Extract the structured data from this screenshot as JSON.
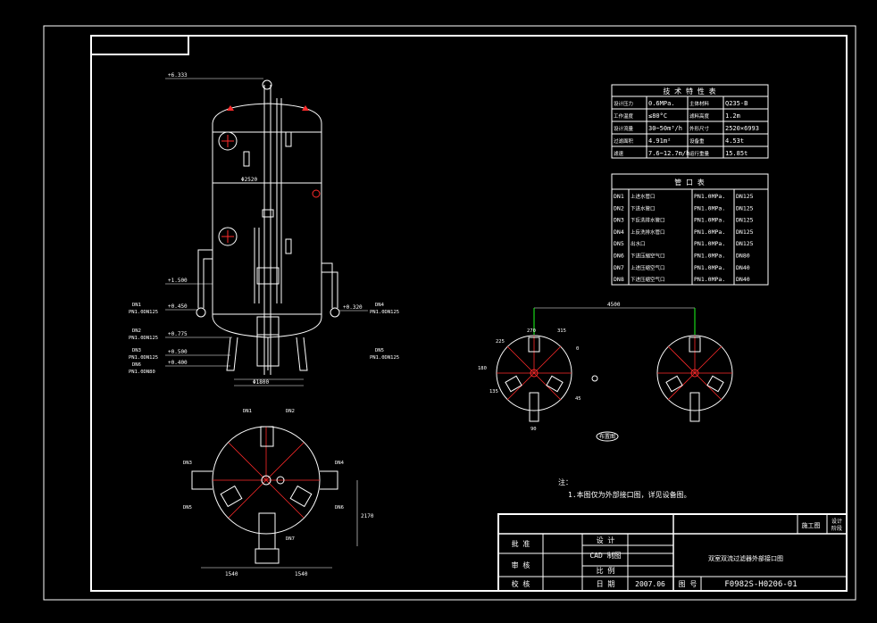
{
  "tech_table": {
    "title": "技 术 特 性 表",
    "rows": [
      [
        "设计压力",
        "0.6MPa.",
        "主体材料",
        "Q235-B"
      ],
      [
        "工作温度",
        "≤80°C",
        "滤料高度",
        "1.2m"
      ],
      [
        "设计流量",
        "30~50m³/h",
        "外形尺寸",
        "2520×6993"
      ],
      [
        "过滤面积",
        "4.91m²",
        "设备重",
        "4.53t"
      ],
      [
        "滤速",
        "7.6~12.7m/h",
        "运行重量",
        "15.85t"
      ]
    ]
  },
  "nozzle_table": {
    "title": "管 口 表",
    "rows": [
      [
        "DN1",
        "上进水管口",
        "PN1.0MPa.",
        "DN125"
      ],
      [
        "DN2",
        "下进水管口",
        "PN1.0MPa.",
        "DN125"
      ],
      [
        "DN3",
        "下反洗排水管口",
        "PN1.0MPa.",
        "DN125"
      ],
      [
        "DN4",
        "上反洗排水管口",
        "PN1.0MPa.",
        "DN125"
      ],
      [
        "DN5",
        "出水口",
        "PN1.0MPa.",
        "DN125"
      ],
      [
        "DN6",
        "下进压缩空气口",
        "PN1.0MPa.",
        "DN80"
      ],
      [
        "DN7",
        "上进压缩空气口",
        "PN1.0MPa.",
        "DN40"
      ],
      [
        "DN8",
        "下进压缩空气口",
        "PN1.0MPa.",
        "DN40"
      ]
    ]
  },
  "front_view": {
    "top_elev": "+6.333",
    "diameter_label": "Φ2520",
    "elev_left": [
      "+1.500",
      "+0.450",
      "+0.775",
      "+0.500",
      "+0.400"
    ],
    "elev_right": "+0.320",
    "base_dim": "Φ1800",
    "nozzles_left": [
      [
        "DN1",
        "PN1.0DN125"
      ],
      [
        "DN2",
        "PN1.0DN125"
      ],
      [
        "DN3",
        "PN1.0DN125"
      ],
      [
        "DN6",
        "PN1.0DN80"
      ]
    ],
    "nozzles_right": [
      [
        "DN4",
        "PN1.0DN125"
      ],
      [
        "DN5",
        "PN1.0DN125"
      ]
    ]
  },
  "plan_view": {
    "dim_left": "1540",
    "dim_right": "1540",
    "dim_vert": "2170",
    "labels": [
      "DN1",
      "DN2",
      "DN3",
      "DN4",
      "DN5",
      "DN6",
      "DN7"
    ]
  },
  "layout_view": {
    "spacing": "4500",
    "caption": "布置图",
    "angles": [
      "270",
      "315",
      "0",
      "45",
      "90",
      "135",
      "180",
      "225"
    ]
  },
  "notes": {
    "title": "注：",
    "line1": "1.本图仅为外部接口图，详见设备图。"
  },
  "title_block": {
    "stage": "施工图",
    "design_stage": "设计\n阶段",
    "approve": "批 准",
    "review": "审 核",
    "check": "校 核",
    "design": "设 计",
    "cad": "CAD 制图",
    "scale": "比 例",
    "date_label": "日 期",
    "date": "2007.06",
    "drawing_title": "双室双流过滤器外部接口图",
    "drawing_no_label": "图 号",
    "drawing_no": "F0982S-H0206-01"
  }
}
